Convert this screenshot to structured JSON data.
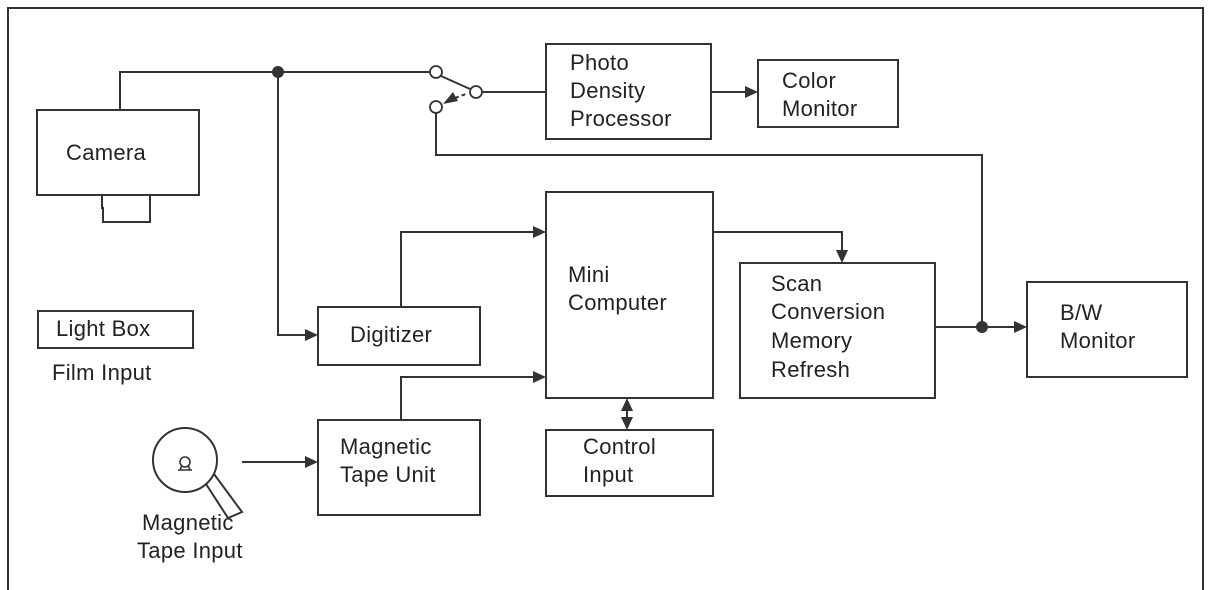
{
  "diagram": {
    "blocks": {
      "camera": "Camera",
      "light_box": "Light Box",
      "film_input": "Film Input",
      "photo_density": [
        "Photo",
        "Density",
        "Processor"
      ],
      "color_monitor": [
        "Color",
        "Monitor"
      ],
      "digitizer": "Digitizer",
      "mini_computer": [
        "Mini",
        "Computer"
      ],
      "scan_conversion": [
        "Scan",
        "Conversion",
        "Memory",
        "Refresh"
      ],
      "bw_monitor": [
        "B/W",
        "Monitor"
      ],
      "magnetic_tape_unit": [
        "Magnetic",
        "Tape Unit"
      ],
      "control_input": [
        "Control",
        "Input"
      ],
      "magnetic_tape_input": [
        "Magnetic",
        "Tape Input"
      ]
    },
    "colors": {
      "ink": "#333333",
      "background": "#ffffff"
    }
  }
}
